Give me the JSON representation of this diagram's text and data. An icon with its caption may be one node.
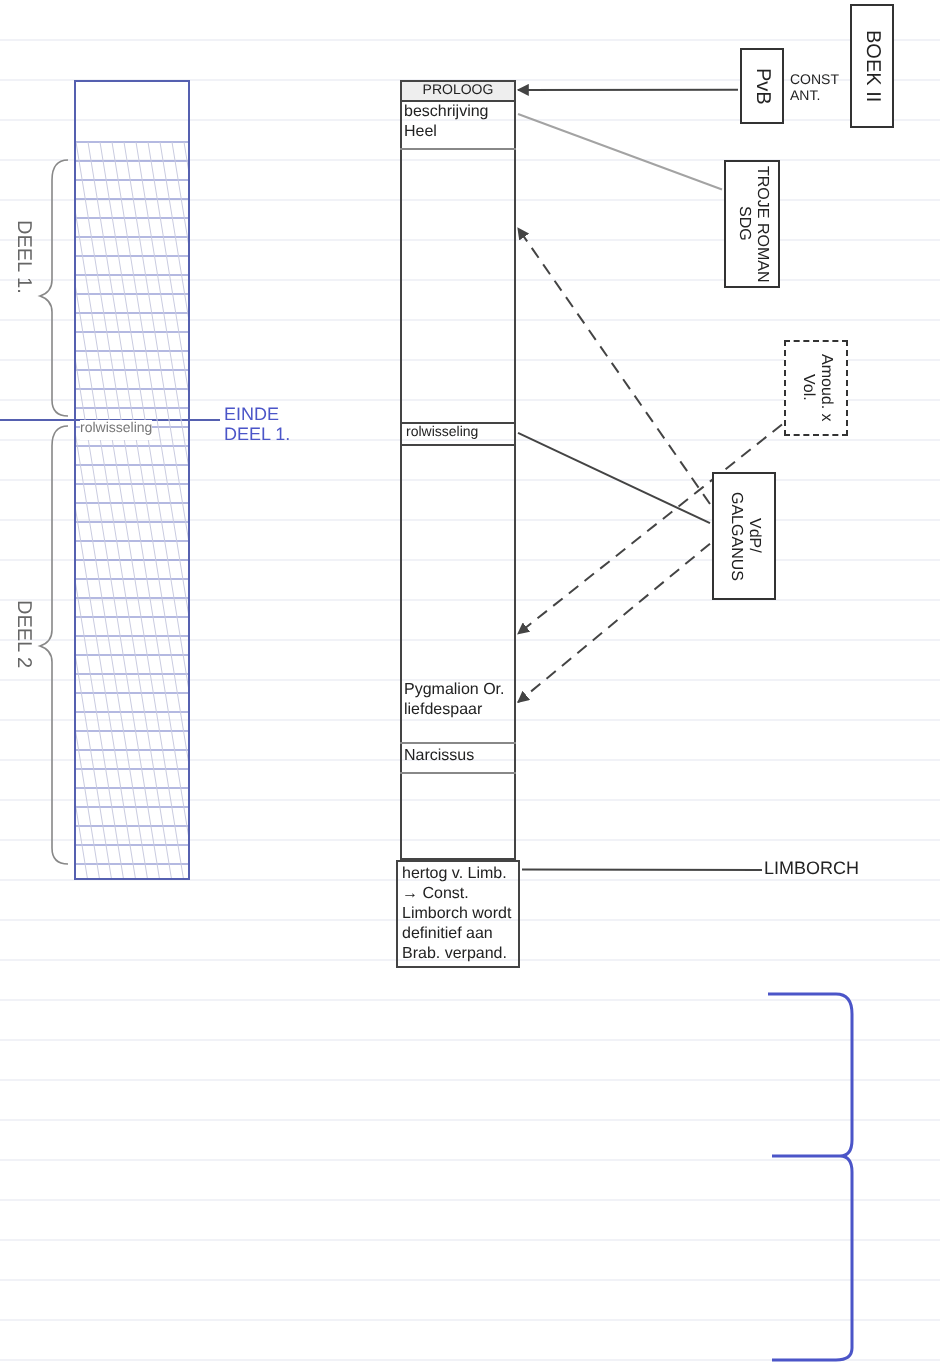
{
  "diagram": {
    "nodes": [
      {
        "text": [
          "BOEK II"
        ]
      },
      {
        "text": [],
        "shape": "bar"
      },
      {
        "text": [],
        "shape": "box"
      },
      {
        "text": [
          "PROLOOG"
        ],
        "in": 2
      },
      {
        "text": [
          "beschrijving Heel"
        ],
        "in": 2
      },
      {
        "text": [
          "rolwisseling"
        ],
        "in": 2
      },
      {
        "text": [
          "Pygmalion Or. liefdespaar"
        ],
        "in": 2
      },
      {
        "text": [
          "Narcissus"
        ],
        "in": 2
      },
      {
        "text": [
          "hertog v. Limb. → Const. Limborch wordt definitief aan Brab. verpand."
        ]
      },
      {
        "text": [
          "PvB"
        ],
        "beside": [
          "CONST ANT."
        ]
      },
      {
        "text": [
          "TROJE ROMAN SDG"
        ]
      },
      {
        "text": [
          "Amoud. x Vol."
        ]
      },
      {
        "text": [
          "VdP/ GALGANUS"
        ]
      },
      {
        "text": [
          "LIMBORCH"
        ]
      }
    ],
    "edges": [
      {
        "from": 9,
        "to": 3,
        "arrow": "to"
      },
      {
        "from": 10,
        "to": 4,
        "arrow": "none",
        "color": "#a3a3a3"
      },
      {
        "from": 12,
        "to": 2,
        "arrow": "to",
        "style": "dashed"
      },
      {
        "from": 5,
        "to": 12,
        "arrow": "none"
      },
      {
        "from": 11,
        "to": 2,
        "arrow": "to",
        "style": "dashed"
      },
      {
        "from": 12,
        "to": 6,
        "arrow": "to",
        "style": "dashed"
      },
      {
        "from": 13,
        "to": 8,
        "arrow": "none"
      }
    ],
    "labels": [
      "DEEL 1.",
      "rolwisseling",
      "EINDE DEEL 1.",
      "DEEL 2"
    ]
  }
}
